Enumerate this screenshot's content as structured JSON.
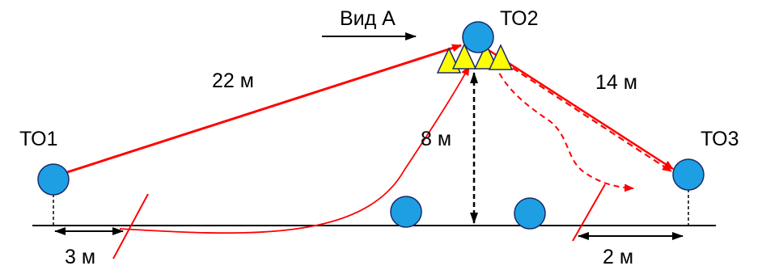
{
  "labels": {
    "view": "Вид А",
    "to1": "ТО1",
    "to2": "ТО2",
    "to3": "ТО3",
    "dist_to1_to2": "22 м",
    "dist_to2_to3": "14 м",
    "height": "8 м",
    "offset_left": "3 м",
    "offset_right": "2 м"
  },
  "colors": {
    "node_fill": "#1e9fe3",
    "node_stroke": "#1a2a6a",
    "cone_fill": "#ffff00",
    "cone_stroke": "#1a2a6a",
    "trajectory": "#ff0000",
    "ground": "#000000",
    "dimension": "#000000"
  },
  "icons": {
    "node": "circle",
    "cone": "triangle",
    "arrow": "arrow"
  }
}
